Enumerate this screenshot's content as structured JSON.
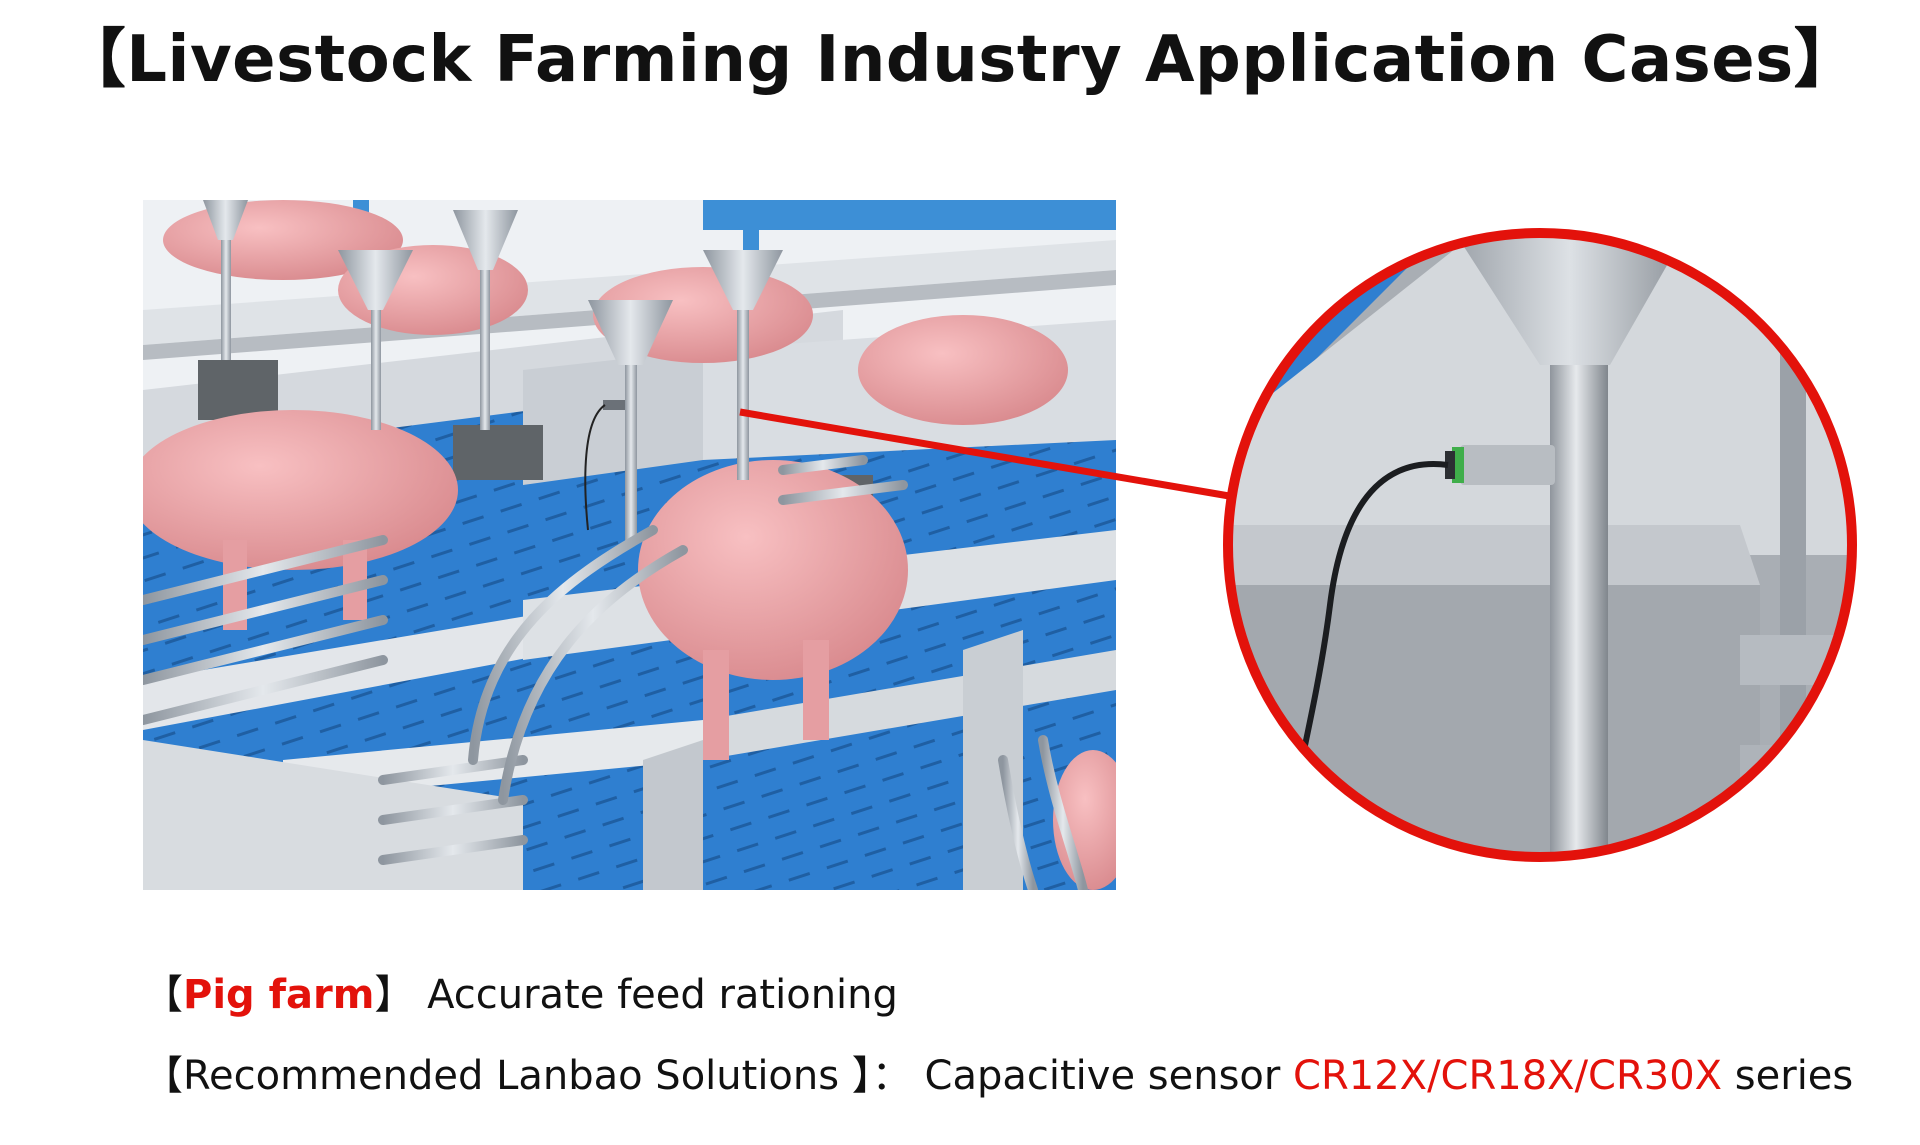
{
  "title": "【Livestock Farming Industry Application Cases】",
  "case": {
    "bracket_open": "【",
    "farm_type": "Pig farm",
    "bracket_close": "】",
    "description": " Accurate feed rationing"
  },
  "solution": {
    "label": "【Recommended Lanbao Solutions 】：  Capacitive  sensor ",
    "models": "CR12X/CR18X/CR30X",
    "suffix": " series"
  },
  "colors": {
    "accent": "#e3120b",
    "floor_blue": "#2f7fd0",
    "pig_pink": "#f2a3a6",
    "steel": "#b9bfc6",
    "concrete": "#cfd3d8"
  },
  "images": {
    "scene": "pig-farm-scene-illustration",
    "zoom": "sensor-closeup-illustration"
  }
}
